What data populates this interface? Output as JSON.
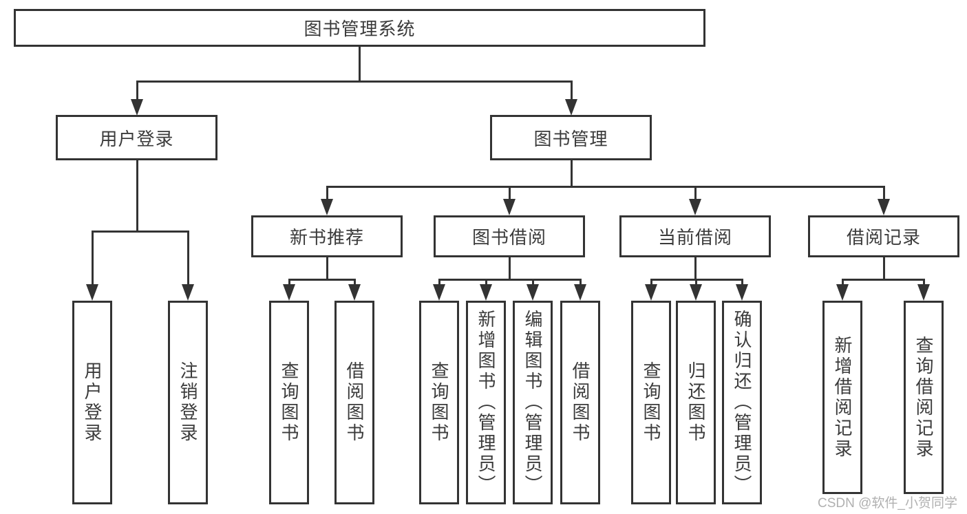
{
  "tree": {
    "root": "图书管理系统",
    "branches": [
      {
        "label": "用户登录",
        "children": [
          "用户登录",
          "注销登录"
        ]
      },
      {
        "label": "图书管理",
        "children": [
          {
            "label": "新书推荐",
            "children": [
              "查询图书",
              "借阅图书"
            ]
          },
          {
            "label": "图书借阅",
            "children": [
              "查询图书",
              "新增图书（管理员）",
              "编辑图书（管理员）",
              "借阅图书"
            ]
          },
          {
            "label": "当前借阅",
            "children": [
              "查询图书",
              "归还图书",
              "确认归还（管理员）"
            ]
          },
          {
            "label": "借阅记录",
            "children": [
              "新增借阅记录",
              "查询借阅记录"
            ]
          }
        ]
      }
    ]
  },
  "watermark": "CSDN @软件_小贺同学",
  "colors": {
    "line": "#333333",
    "box_border": "#333333",
    "text": "#3b3b3b",
    "watermark": "#b0b0b0",
    "background": "#ffffff"
  }
}
